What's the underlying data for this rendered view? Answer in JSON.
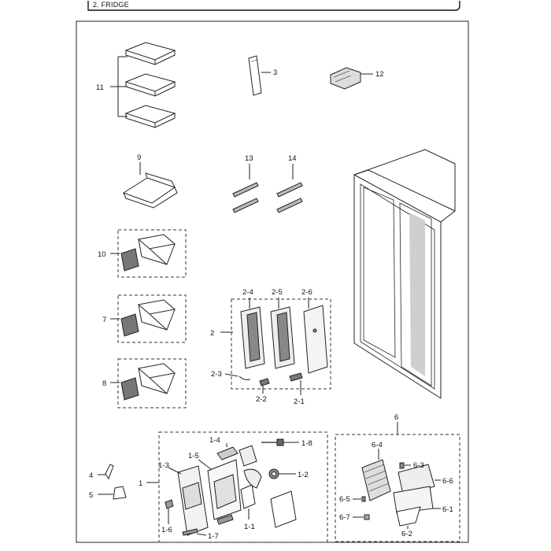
{
  "header": {
    "title": "2. FRIDGE"
  },
  "callouts": {
    "p11": "11",
    "p3": "3",
    "p12": "12",
    "p9": "9",
    "p13": "13",
    "p14": "14",
    "p10": "10",
    "p7": "7",
    "p8": "8",
    "p2": "2",
    "p2_4": "2-4",
    "p2_5": "2-5",
    "p2_6": "2-6",
    "p2_3": "2-3",
    "p2_2": "2-2",
    "p2_1": "2-1",
    "p6": "6",
    "p6_4": "6-4",
    "p6_3": "6-3",
    "p6_6": "6-6",
    "p6_5": "6-5",
    "p6_1": "6-1",
    "p6_7": "6-7",
    "p6_2": "6-2",
    "p1": "1",
    "p1_4": "1-4",
    "p1_8": "1-8",
    "p1_3": "1-3",
    "p1_5": "1-5",
    "p1_2": "1-2",
    "p1_6": "1-6",
    "p1_1": "1-1",
    "p1_7": "1-7",
    "p4": "4",
    "p5": "5"
  }
}
